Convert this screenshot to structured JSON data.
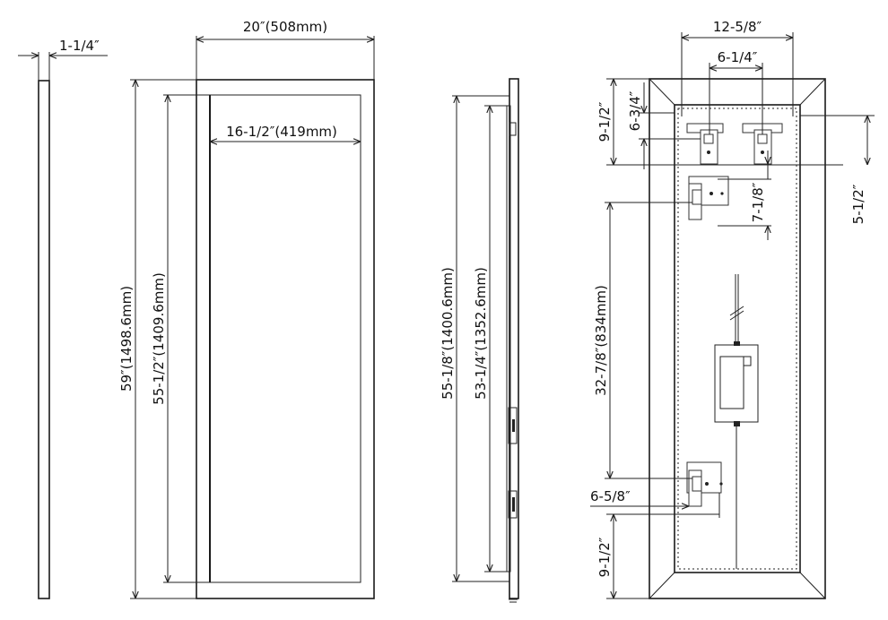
{
  "dimensions": {
    "depth": "1-1/4″",
    "overall_width": "20″(508mm)",
    "glass_width": "16-1/2″(419mm)",
    "overall_height": "59″(1498.6mm)",
    "glass_height": "55-1/2″(1409.6mm)",
    "side_height_a": "55-1/8″(1400.6mm)",
    "side_height_b": "53-1/4″(1352.6mm)",
    "back_top_width": "12-5/8″",
    "bracket_spacing": "6-1/4″",
    "top_offset_a": "9-1/2″",
    "top_offset_b": "6-3/4″",
    "bracket_drop": "7-1/8″",
    "right_offset": "5-1/2″",
    "center_span": "32-7/8″(834mm)",
    "lower_offset": "6-5/8″",
    "bottom_offset": "9-1/2″"
  },
  "colors": {
    "line": "#222222",
    "frame": "#1a1a1a",
    "background": "#ffffff"
  }
}
